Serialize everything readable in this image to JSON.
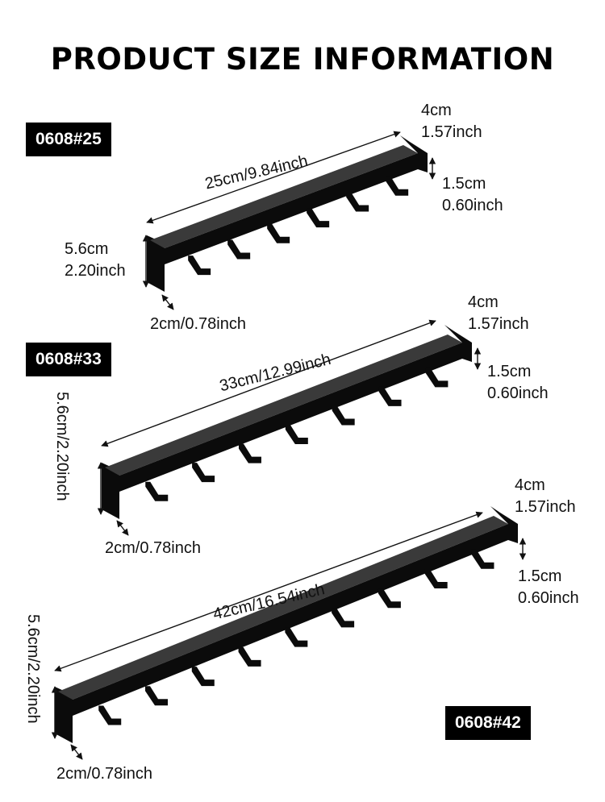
{
  "title": "PRODUCT SIZE INFORMATION",
  "products": [
    {
      "model": "0608#25",
      "length_label": "25cm/9.84inch",
      "height_cm": "5.6cm",
      "height_inch": "2.20inch",
      "depth_cm": "4cm",
      "depth_inch": "1.57inch",
      "lip_cm": "1.5cm",
      "lip_inch": "0.60inch",
      "hook_label": "2cm/0.78inch",
      "hooks": 6
    },
    {
      "model": "0608#33",
      "length_label": "33cm/12.99inch",
      "height_label": "5.6cm/2.20inch",
      "depth_cm": "4cm",
      "depth_inch": "1.57inch",
      "lip_cm": "1.5cm",
      "lip_inch": "0.60inch",
      "hook_label": "2cm/0.78inch",
      "hooks": 7
    },
    {
      "model": "0608#42",
      "length_label": "42cm/16.54inch",
      "height_label": "5.6cm/2.20inch",
      "depth_cm": "4cm",
      "depth_inch": "1.57inch",
      "lip_cm": "1.5cm",
      "lip_inch": "0.60inch",
      "hook_label": "2cm/0.78inch",
      "hooks": 9
    }
  ],
  "colors": {
    "product": "#0b0b0b",
    "highlight": "#3a3a3a",
    "badge_bg": "#000000",
    "badge_text": "#ffffff"
  }
}
